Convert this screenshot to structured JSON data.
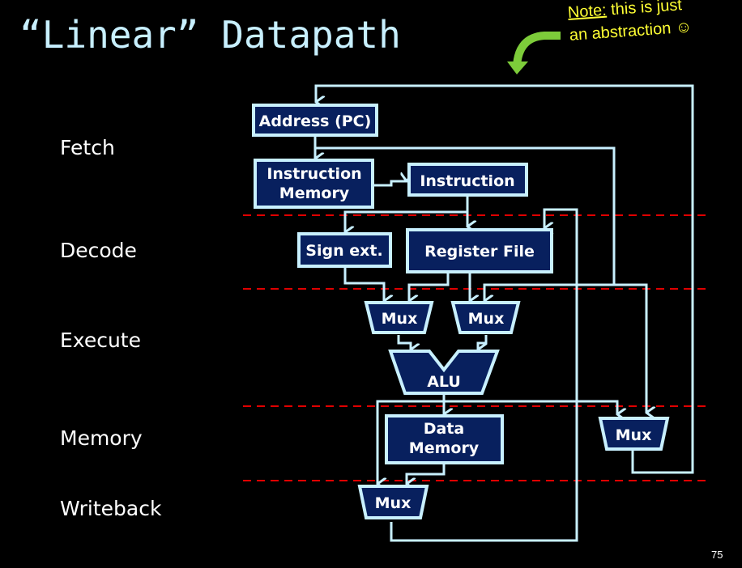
{
  "slide": {
    "title": "“Linear” Datapath",
    "note_prefix": "Note:",
    "note_line1_rest": " this is just",
    "note_line2": "an abstraction ☺",
    "page_number": "75"
  },
  "stages": [
    "Fetch",
    "Decode",
    "Execute",
    "Memory",
    "Writeback"
  ],
  "components": {
    "pc": "Address (PC)",
    "imem_line1": "Instruction",
    "imem_line2": "Memory",
    "instruction": "Instruction",
    "sign_ext": "Sign ext.",
    "register_file": "Register File",
    "mux_a": "Mux",
    "mux_b": "Mux",
    "alu": "ALU",
    "dmem_line1": "Data",
    "dmem_line2": "Memory",
    "mux_pc": "Mux",
    "mux_wb": "Mux"
  },
  "colors": {
    "title": "#c8f0ff",
    "wire": "#c8f0ff",
    "box_fill": "#08205e",
    "stage_divider": "#e00000",
    "note": "#ffff33",
    "arrow": "#7dcc3a"
  }
}
